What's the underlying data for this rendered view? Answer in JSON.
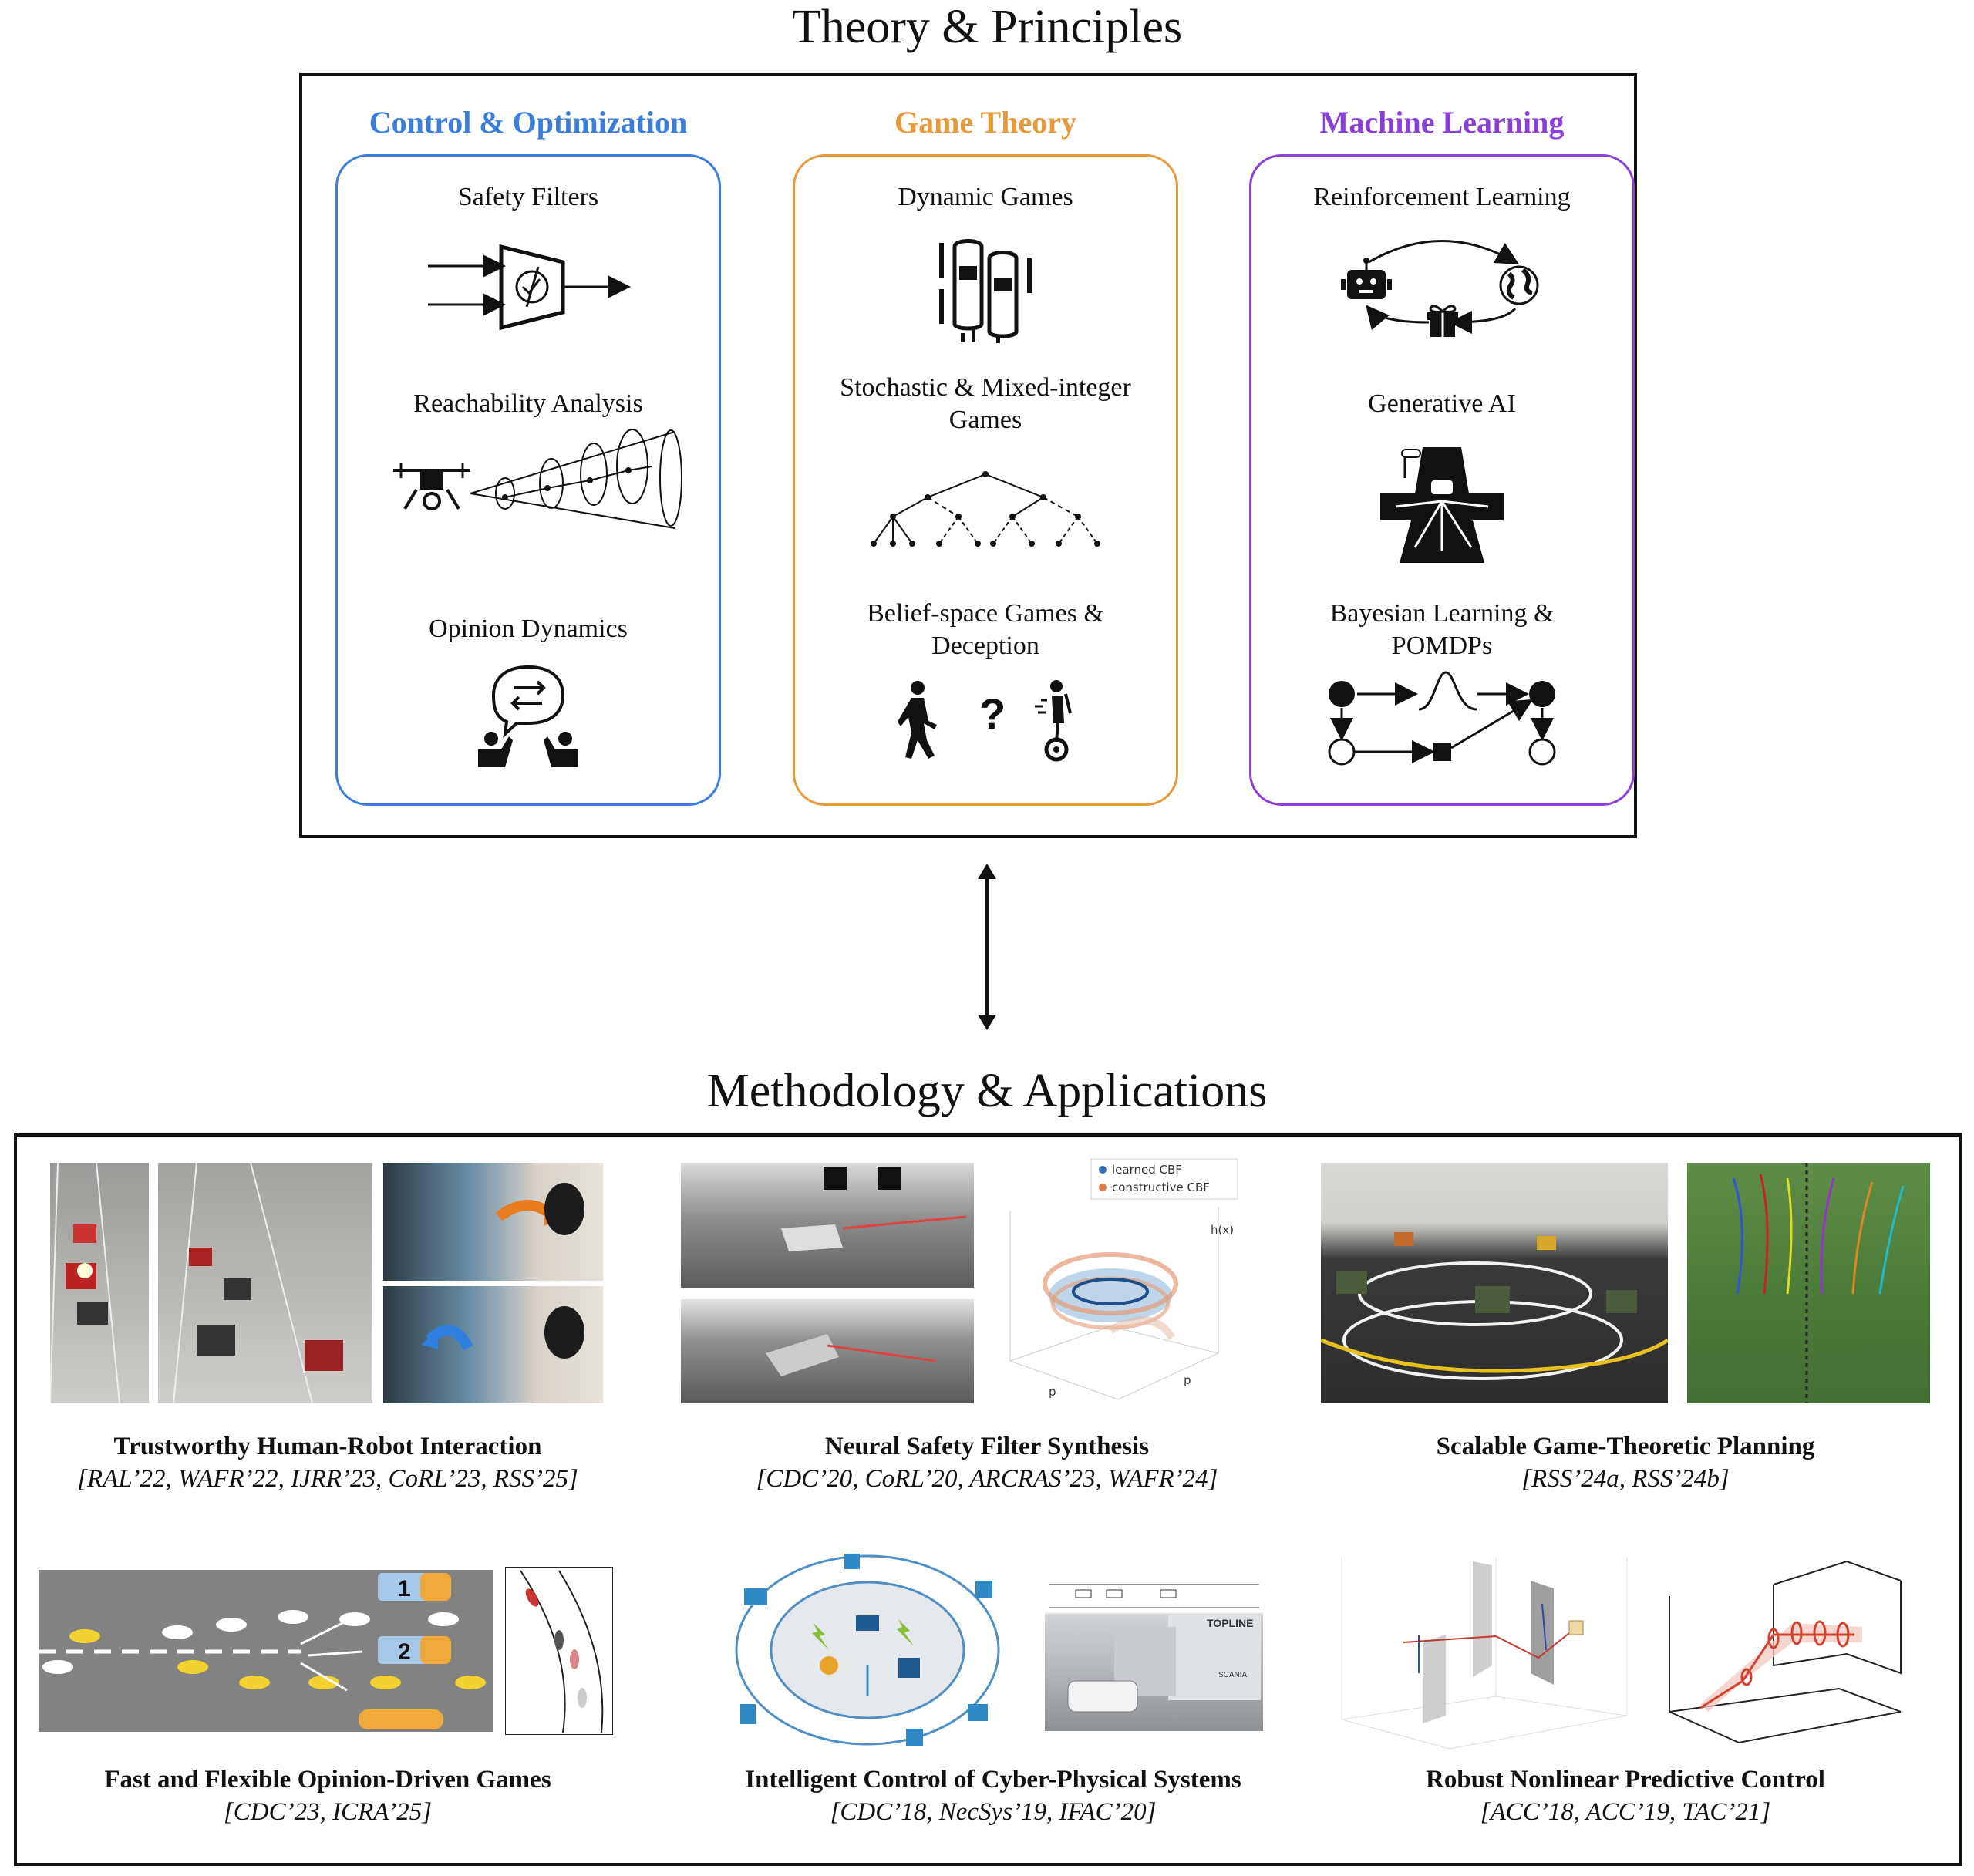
{
  "top": {
    "title": "Theory & Principles",
    "columns": [
      {
        "title": "Control & Optimization",
        "color": "#3b7ddd",
        "items": [
          "Safety Filters",
          "Reachability Analysis",
          "Opinion Dynamics"
        ]
      },
      {
        "title": "Game Theory",
        "color": "#e69a3a",
        "items": [
          "Dynamic Games",
          "Stochastic & Mixed-integer Games",
          "Belief-space Games & Deception"
        ]
      },
      {
        "title": "Machine Learning",
        "color": "#8b3fd9",
        "items": [
          "Reinforcement Learning",
          "Generative AI",
          "Bayesian Learning & POMDPs"
        ]
      }
    ]
  },
  "bottom": {
    "title": "Methodology & Applications",
    "apps": [
      {
        "title": "Trustworthy Human-Robot Interaction",
        "cite": "[RAL’22, WAFR’22, IJRR’23, CoRL’23, RSS’25]"
      },
      {
        "title": "Neural Safety Filter Synthesis",
        "cite": "[CDC’20, CoRL’20, ARCRAS’23, WAFR’24]"
      },
      {
        "title": "Scalable Game-Theoretic Planning",
        "cite": "[RSS’24a, RSS’24b]"
      },
      {
        "title": "Fast and Flexible Opinion-Driven Games",
        "cite": "[CDC’23, ICRA’25]"
      },
      {
        "title": "Intelligent Control of Cyber-Physical Systems",
        "cite": "[CDC’18, NecSys’19, IFAC’20]"
      },
      {
        "title": "Robust Nonlinear Predictive Control",
        "cite": "[ACC’18, ACC’19, TAC’21]"
      }
    ],
    "figure_text": {
      "legend_learned": "learned CBF",
      "legend_constructive": "constructive CBF",
      "hx": "h(x)",
      "pxr": "p",
      "pyr": "p",
      "lane1": "1",
      "lane2": "2",
      "truck_brand": "TOPLINE",
      "scania": "SCANIA"
    }
  },
  "icons": {
    "safety_filter": "safety-filter-icon",
    "reachability": "drone-reach-tube-icon",
    "opinion": "opinion-exchange-icon",
    "dynamic_games": "racing-cars-icon",
    "tree": "game-tree-icon",
    "belief": "pedestrian-segway-icon",
    "rl": "rl-loop-icon",
    "genai": "road-branching-icon",
    "bayes": "bayesian-network-icon"
  }
}
